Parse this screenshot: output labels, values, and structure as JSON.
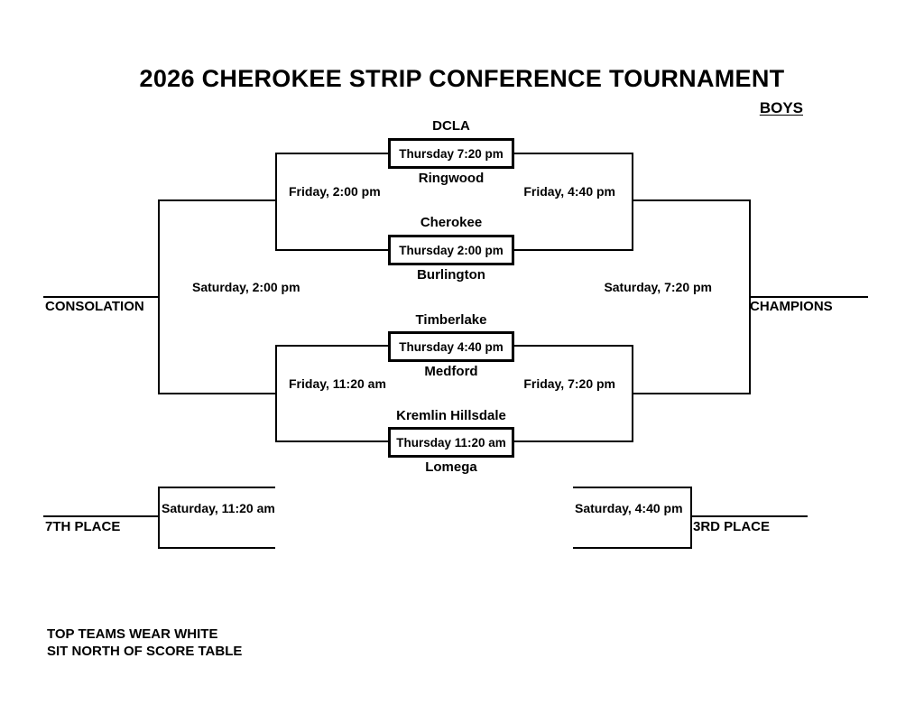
{
  "title": "2026 CHEROKEE STRIP CONFERENCE TOURNAMENT",
  "division": "BOYS",
  "games": {
    "game1": {
      "top_team": "DCLA",
      "time": "Thursday 7:20 pm",
      "bottom_team": "Ringwood"
    },
    "game2": {
      "top_team": "Cherokee",
      "time": "Thursday 2:00 pm",
      "bottom_team": "Burlington"
    },
    "game3": {
      "top_team": "Timberlake",
      "time": "Thursday 4:40 pm",
      "bottom_team": "Medford"
    },
    "game4": {
      "top_team": "Kremlin Hillsdale",
      "time": "Thursday 11:20 am",
      "bottom_team": "Lomega"
    }
  },
  "rounds": {
    "consolation_semi_top": "Friday, 2:00 pm",
    "winners_semi_top": "Friday, 4:40 pm",
    "consolation_semi_bottom": "Friday, 11:20 am",
    "winners_semi_bottom": "Friday, 7:20 pm",
    "consolation_final": "Saturday, 2:00 pm",
    "championship_final": "Saturday, 7:20 pm",
    "seventh_place_game": "Saturday, 11:20 am",
    "third_place_game": "Saturday, 4:40 pm"
  },
  "placements": {
    "consolation": "CONSOLATION",
    "champions": "CHAMPIONS",
    "seventh": "7TH PLACE",
    "third": "3RD PLACE"
  },
  "notes": [
    "TOP TEAMS WEAR WHITE",
    "SIT NORTH OF SCORE TABLE"
  ],
  "colors": {
    "ink": "#000000",
    "paper": "#ffffff"
  }
}
